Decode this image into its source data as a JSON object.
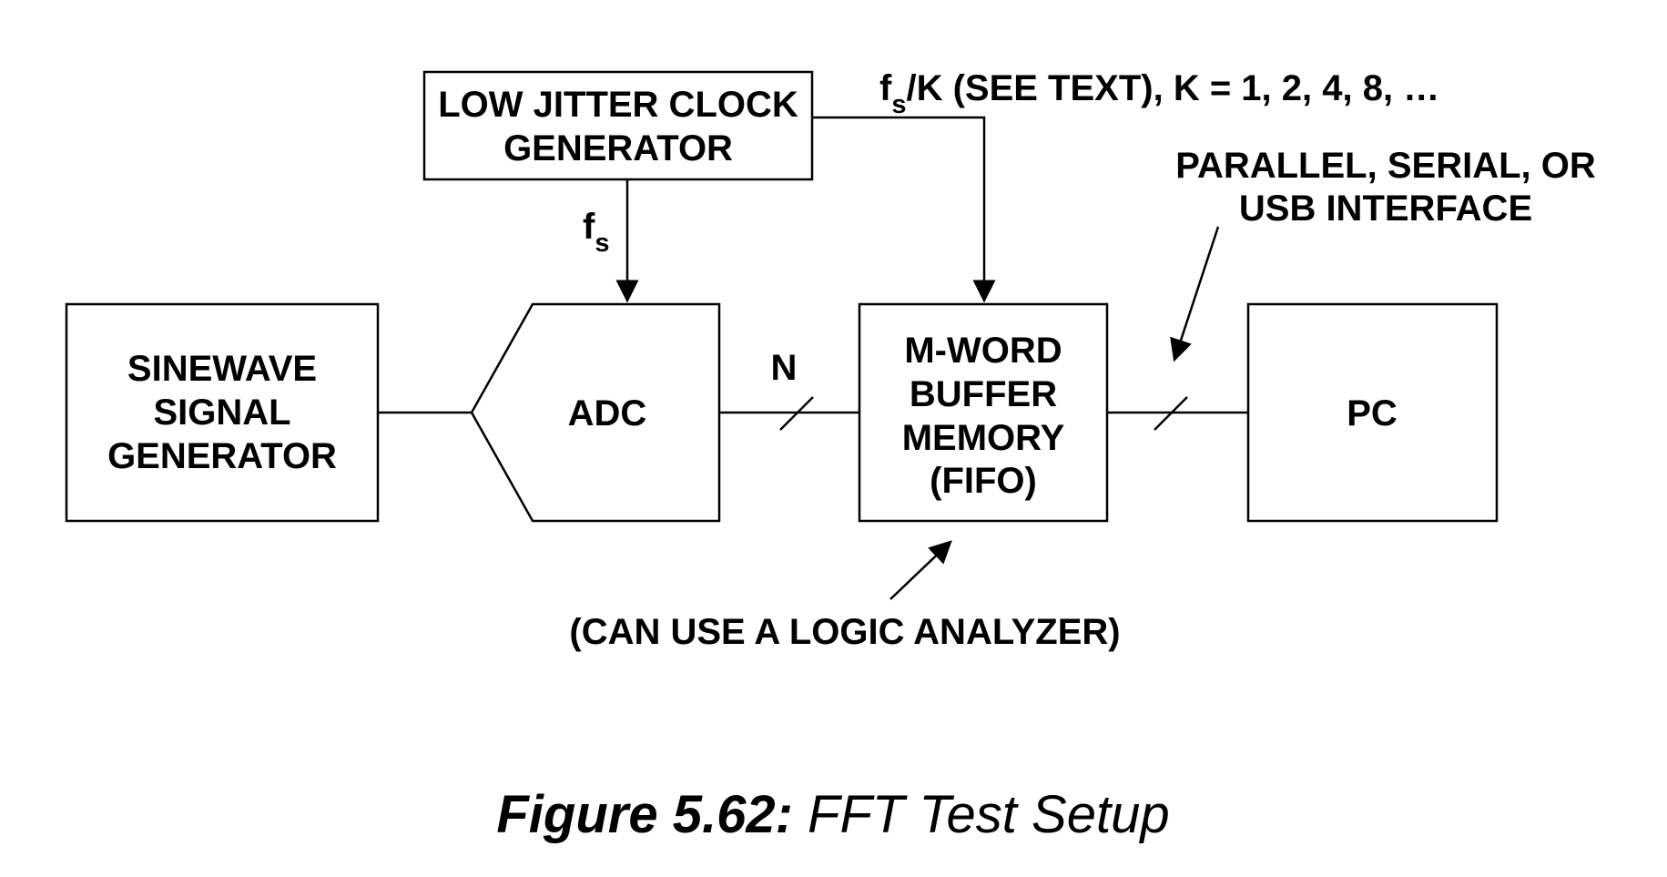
{
  "blocks": {
    "clock": {
      "lines": [
        "LOW JITTER CLOCK",
        "GENERATOR"
      ]
    },
    "sinewave": {
      "lines": [
        "SINEWAVE",
        "SIGNAL",
        "GENERATOR"
      ]
    },
    "adc": {
      "label": "ADC"
    },
    "buffer": {
      "lines": [
        "M-WORD",
        "BUFFER",
        "MEMORY",
        "(FIFO)"
      ]
    },
    "pc": {
      "label": "PC"
    }
  },
  "signals": {
    "fs_base": "f",
    "fs_sub": "s",
    "fsk_base": "f",
    "fsk_sub": "s",
    "fsk_rest": "/K  (SEE TEXT), K = 1, 2, 4, 8, …",
    "bus_width": "N"
  },
  "annotations": {
    "interface": [
      "PARALLEL, SERIAL, OR",
      "USB INTERFACE"
    ],
    "logic_analyzer": "(CAN USE A LOGIC ANALYZER)"
  },
  "caption": {
    "number": "Figure 5.62:",
    "title": " FFT Test Setup"
  }
}
